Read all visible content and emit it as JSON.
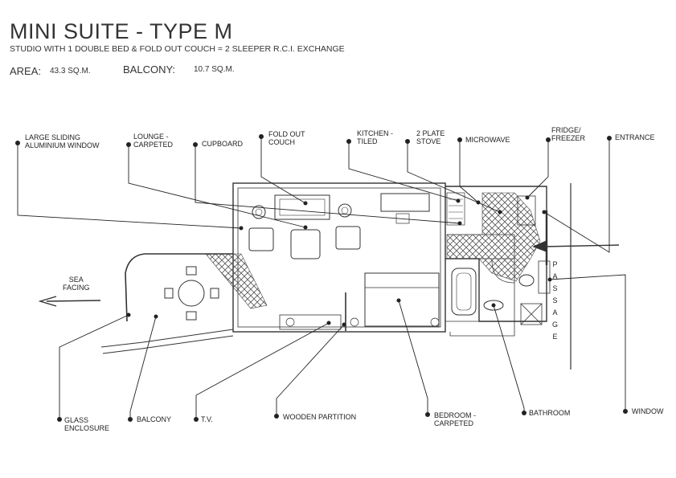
{
  "header": {
    "title": "MINI SUITE - TYPE M",
    "subtitle": "STUDIO WITH 1 DOUBLE BED & FOLD OUT COUCH = 2 SLEEPER R.C.I. EXCHANGE",
    "area_label": "AREA:",
    "area_value": "43.3 SQ.M.",
    "balcony_label": "BALCONY:",
    "balcony_value": "10.7 SQ.M."
  },
  "callouts": {
    "large_sliding_window": [
      "LARGE SLIDING",
      "ALUMINIUM WINDOW"
    ],
    "lounge": [
      "LOUNGE -",
      "CARPETED"
    ],
    "cupboard": [
      "CUPBOARD"
    ],
    "fold_out_couch": [
      "FOLD OUT",
      "COUCH"
    ],
    "kitchen": [
      "KITCHEN -",
      "TILED"
    ],
    "stove": [
      "2 PLATE",
      "STOVE"
    ],
    "microwave": [
      "MICROWAVE"
    ],
    "fridge": [
      "FRIDGE/",
      "FREEZER"
    ],
    "entrance": [
      "ENTRANCE"
    ],
    "glass_enclosure": [
      "GLASS",
      "ENCLOSURE"
    ],
    "balcony": [
      "BALCONY"
    ],
    "tv": [
      "T.V."
    ],
    "wooden_partition": [
      "WOODEN PARTITION"
    ],
    "bedroom": [
      "BEDROOM -",
      "CARPETED"
    ],
    "bathroom": [
      "BATHROOM"
    ],
    "window": [
      "WINDOW"
    ]
  },
  "sea_facing": [
    "SEA",
    "FACING"
  ],
  "passage_letters": [
    "P",
    "A",
    "S",
    "S",
    "A",
    "G",
    "E"
  ],
  "colors": {
    "line": "#333333",
    "dot": "#222222",
    "hatch": "#555555"
  }
}
